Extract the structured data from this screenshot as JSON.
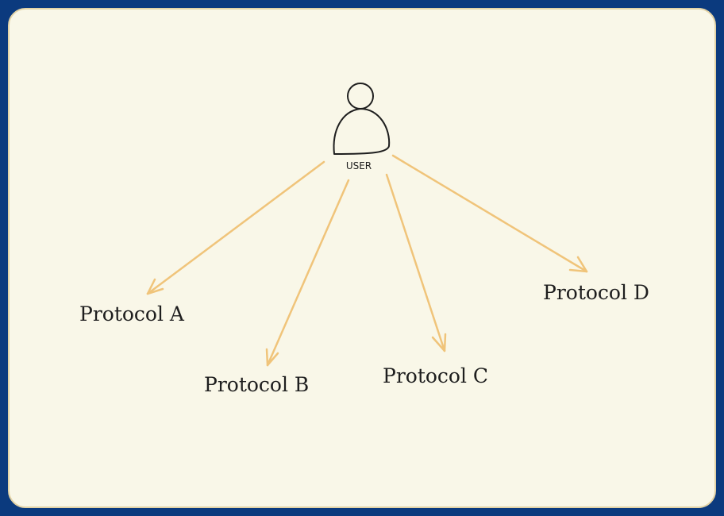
{
  "diagram": {
    "user": {
      "label": "USER",
      "icon": "person-icon"
    },
    "nodes": [
      {
        "id": "a",
        "label": "Protocol A"
      },
      {
        "id": "b",
        "label": "Protocol B"
      },
      {
        "id": "c",
        "label": "Protocol C"
      },
      {
        "id": "d",
        "label": "Protocol D"
      }
    ],
    "edges": [
      {
        "from": "user",
        "to": "a"
      },
      {
        "from": "user",
        "to": "b"
      },
      {
        "from": "user",
        "to": "c"
      },
      {
        "from": "user",
        "to": "d"
      }
    ],
    "colors": {
      "background": "#0b3a7e",
      "canvas": "#f9f7e8",
      "arrow": "#f0c47a",
      "text": "#1e1e1e"
    }
  }
}
